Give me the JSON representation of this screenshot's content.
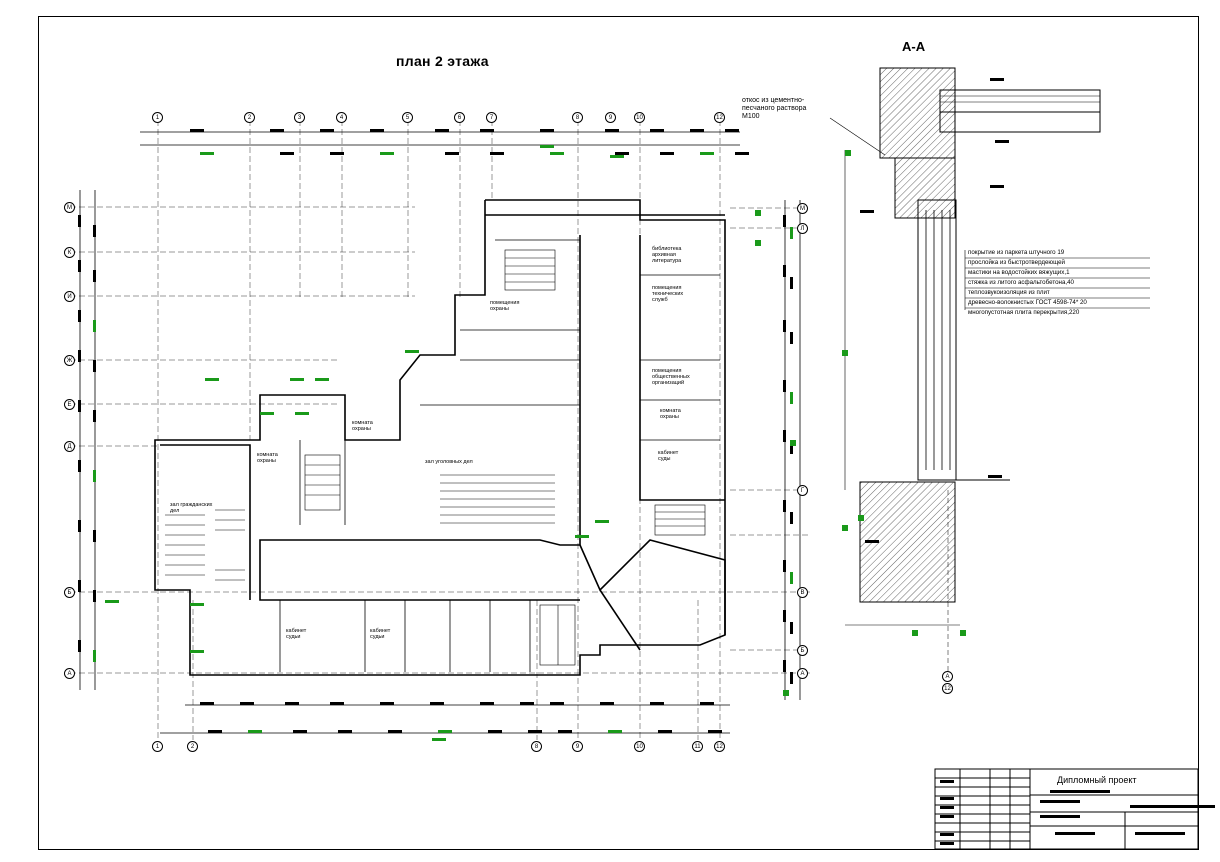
{
  "sheet": {
    "plan_title": "план 2 этажа",
    "section_title": "А-А",
    "stamp_title": "Дипломный проект"
  },
  "note_text": "откос из цементно-песчаного раствора М100",
  "layers": [
    "покрытие из паркета штучного 19",
    "прослойка из быстротвердеющей",
    "мастики на водостойких вяжущих,1",
    "стяжка из литого асфальтобетона,40",
    "теплозвукоизоляция из плит",
    "древесно-волокнистых ГОСТ 4598-74* 20",
    "многопустотная плита перекрытия,220"
  ],
  "rooms": [
    {
      "id": "r1",
      "text": "библиотека архивная литература"
    },
    {
      "id": "r2",
      "text": "помещения технических служб"
    },
    {
      "id": "r3",
      "text": "помещения общественных организаций"
    },
    {
      "id": "r4",
      "text": "комната охраны"
    },
    {
      "id": "r5",
      "text": "кабинет суды"
    },
    {
      "id": "r6",
      "text": "помещения охраны"
    },
    {
      "id": "r7",
      "text": "комната охраны"
    },
    {
      "id": "r8",
      "text": "зал уголовных дел"
    },
    {
      "id": "r9",
      "text": "зал гражданских дел"
    },
    {
      "id": "r10",
      "text": "комната охраны"
    },
    {
      "id": "r11",
      "text": "кабинет судьи"
    },
    {
      "id": "r12",
      "text": "кабинет судьи"
    }
  ],
  "axes_top": [
    "1",
    "2",
    "3",
    "4",
    "5",
    "6",
    "7",
    "8",
    "9",
    "10",
    "12"
  ],
  "axes_bottom": [
    "1",
    "2",
    "8",
    "9",
    "10",
    "11",
    "12"
  ],
  "axes_left": [
    "М",
    "К",
    "И",
    "Ж",
    "Е",
    "Д",
    "Б",
    "А"
  ],
  "axes_right": [
    "М",
    "Л",
    "Г",
    "В",
    "Б",
    "А"
  ],
  "section_axis": [
    "А",
    "12"
  ],
  "colors": {
    "line": "#000000",
    "mark": "#1a9a1a"
  }
}
